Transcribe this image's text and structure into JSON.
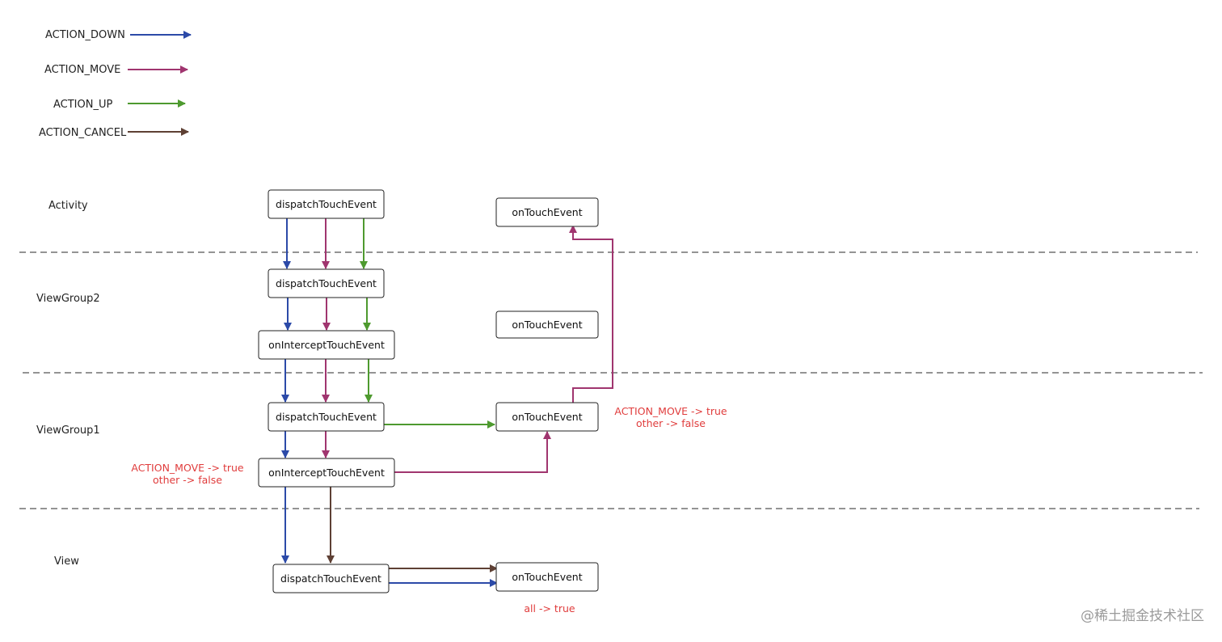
{
  "colors": {
    "down": "#2c4aa8",
    "move": "#a0356f",
    "up": "#4e9a2f",
    "cancel": "#5e4034",
    "note": "#e03c3c"
  },
  "legend": [
    {
      "label": "ACTION_DOWN",
      "color_key": "down"
    },
    {
      "label": "ACTION_MOVE",
      "color_key": "move"
    },
    {
      "label": "ACTION_UP",
      "color_key": "up"
    },
    {
      "label": "ACTION_CANCEL",
      "color_key": "cancel"
    }
  ],
  "layers": {
    "activity": "Activity",
    "viewgroup2": "ViewGroup2",
    "viewgroup1": "ViewGroup1",
    "view": "View"
  },
  "nodes": {
    "act_dispatch": "dispatchTouchEvent",
    "act_ontouch": "onTouchEvent",
    "vg2_dispatch": "dispatchTouchEvent",
    "vg2_intercept": "onInterceptTouchEvent",
    "vg2_ontouch": "onTouchEvent",
    "vg1_dispatch": "dispatchTouchEvent",
    "vg1_intercept": "onInterceptTouchEvent",
    "vg1_ontouch": "onTouchEvent",
    "view_dispatch": "dispatchTouchEvent",
    "view_ontouch": "onTouchEvent"
  },
  "notes": {
    "vg1_intercept_line1": "ACTION_MOVE -> true",
    "vg1_intercept_line2": "other -> false",
    "vg1_ontouch_line1": "ACTION_MOVE -> true",
    "vg1_ontouch_line2": "other -> false",
    "view_ontouch_line1": "all -> true"
  },
  "watermark": "@稀土掘金技术社区"
}
